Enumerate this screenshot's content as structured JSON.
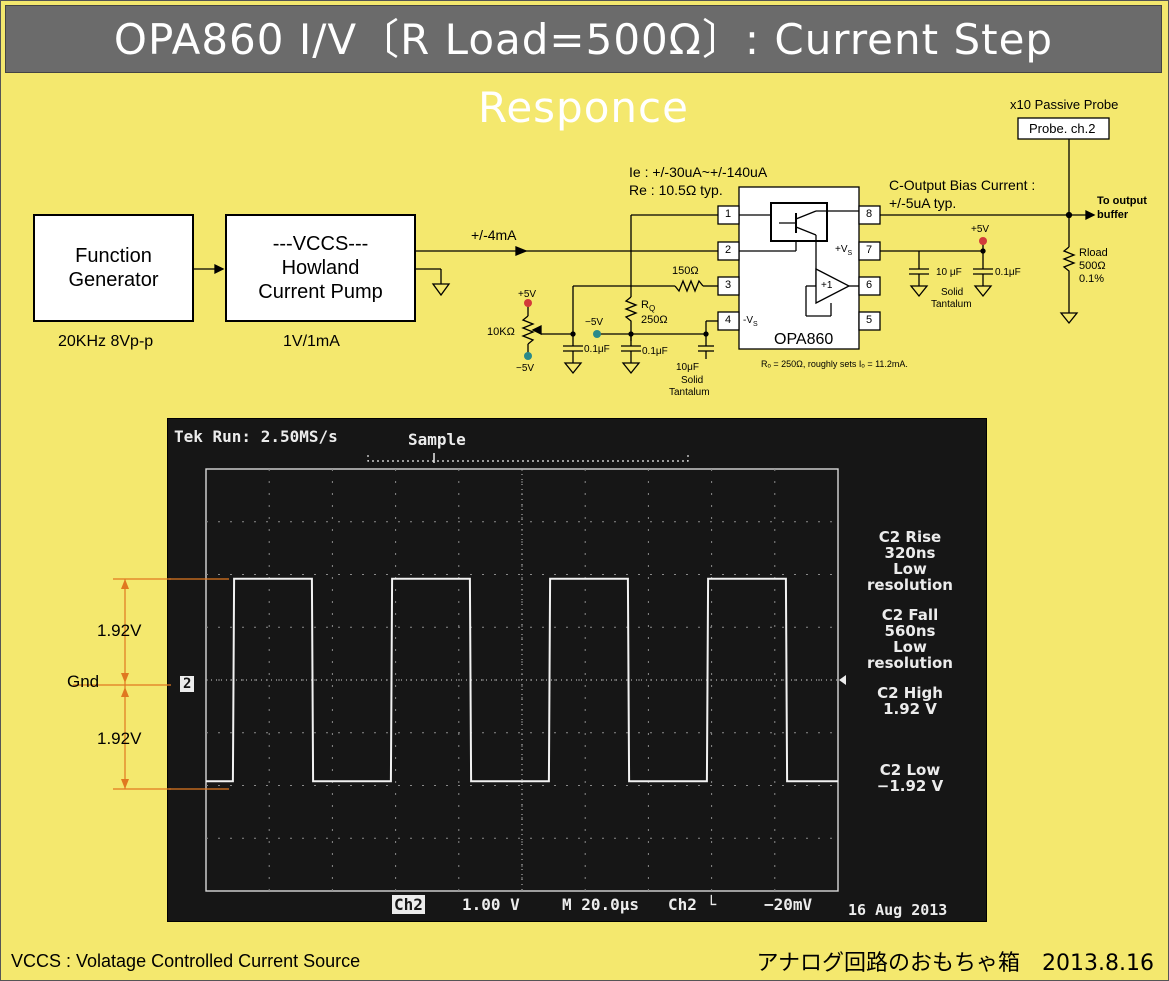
{
  "title": "OPA860  I/V〔R  Load=500Ω〕: Current Step Responce",
  "blocks": {
    "function_generator": {
      "line1": "Function",
      "line2": "Generator",
      "caption": "20KHz 8Vp-p"
    },
    "vccs": {
      "line1": "---VCCS---",
      "line2": "Howland",
      "line3": "Current Pump",
      "caption": "1V/1mA"
    }
  },
  "circuit": {
    "signal_current": "+/-4mA",
    "ie": "Ie  : +/-30uA~+/-140uA",
    "re": "Re : 10.5Ω typ.",
    "bias_current_1": "C-Output Bias Current :",
    "bias_current_2": "+/-5uA typ.",
    "probe_title": "x10 Passive Probe",
    "probe_label": "Probe. ch.2",
    "to_output_1": "To output",
    "to_output_2": "buffer",
    "rload_1": "Rload",
    "rload_2": "500Ω",
    "rload_3": "0.1%",
    "r150": "150Ω",
    "rq_1": "R",
    "rq_sub": "Q",
    "rq_2": "250Ω",
    "pot": "10KΩ",
    "plus5_a": "+5V",
    "minus5_a": "−5V",
    "minus5_b": "−5V",
    "plus5_b": "+5V",
    "cap_01_a": "0.1μF",
    "cap_01_b": "0.1μF",
    "cap_10_a": "10μF",
    "solid_a": "Solid",
    "tantalum_a": "Tantalum",
    "cap_10_b": "10 μF",
    "cap_01_c": "0.1μF",
    "solid_b": "Solid",
    "tantalum_b": "Tantalum",
    "ic_name": "OPA860",
    "pin1": "1",
    "pin2": "2",
    "pin3": "3",
    "pin4": "4",
    "pin5": "5",
    "pin6": "6",
    "pin7": "7",
    "pin8": "8",
    "vs_plus": "+V",
    "vs_minus": "-V",
    "vs_sub": "S",
    "buffer_label": "+1",
    "iq_note": "Rₒ = 250Ω, roughly sets Iₒ = 11.2mA."
  },
  "scope": {
    "header": "Tek Run: 2.50MS/s",
    "mode": "Sample",
    "channel": "Ch2",
    "volts_div": "1.00 V",
    "timebase": "M 20.0µs",
    "trigger": "Ch2 └",
    "trigger_level": "−20mV",
    "date": "16 Aug 2013",
    "marker": "2",
    "measurements": [
      {
        "lines": [
          "C2 Rise",
          "320ns",
          "Low",
          "resolution"
        ]
      },
      {
        "lines": [
          "C2 Fall",
          "560ns",
          "Low",
          "resolution"
        ]
      },
      {
        "lines": [
          "C2 High",
          "1.92 V"
        ]
      },
      {
        "lines": [
          "C2 Low",
          "−1.92 V"
        ]
      }
    ]
  },
  "waveform": {
    "high_v": 1.92,
    "low_v": -1.92,
    "period_us": 50,
    "time_per_div_us": 20,
    "volts_per_div": 1.0
  },
  "annotations": {
    "upper": "1.92V",
    "gnd": "Gnd",
    "lower": "1.92V"
  },
  "footer": {
    "left": "VCCS : Volatage Controlled Current Source",
    "right": "アナログ回路のおもちゃ箱　2013.8.16"
  }
}
